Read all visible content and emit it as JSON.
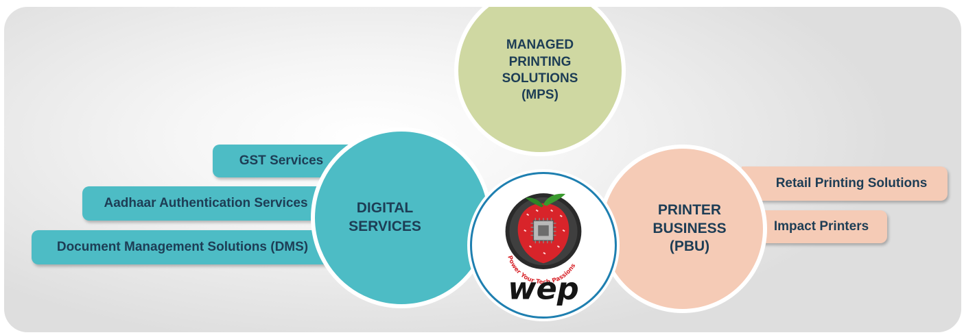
{
  "center": {
    "logo_text": "wep",
    "logo_tagline": "Power Your Tech Passions"
  },
  "circles": {
    "mps": "MANAGED\nPRINTING\nSOLUTIONS\n(MPS)",
    "digital": "DIGITAL\nSERVICES",
    "printer": "PRINTER\nBUSINESS\n(PBU)"
  },
  "digital_items": [
    "GST Services",
    "Aadhaar Authentication Services",
    "Document Management Solutions (DMS)"
  ],
  "printer_items": [
    "Retail Printing Solutions",
    "Impact Printers"
  ],
  "colors": {
    "teal": "#4dbcc5",
    "olive": "#cfd8a2",
    "peach": "#f5cbb6",
    "text": "#1d3d55",
    "logo_ring": "#1e7fb0"
  },
  "icons": [
    "strawberry-chip-logo"
  ]
}
